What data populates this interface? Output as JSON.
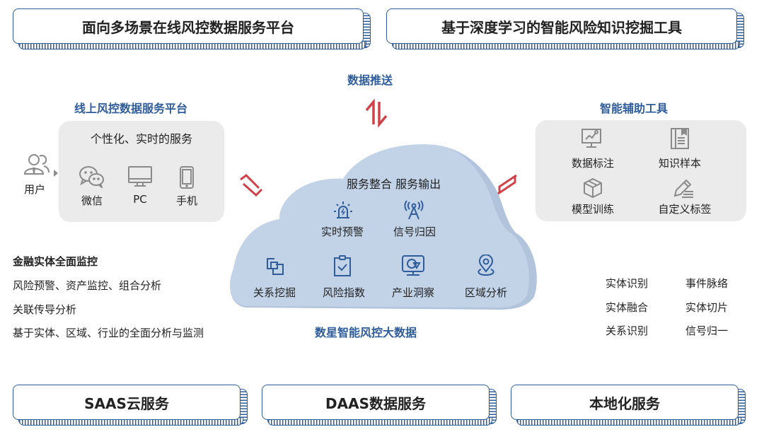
{
  "banners_top": [
    {
      "label": "面向多场景在线风控数据服务平台"
    },
    {
      "label": "基于深度学习的智能风险知识挖掘工具"
    }
  ],
  "banners_bottom": [
    {
      "label": "SAAS云服务"
    },
    {
      "label": "DAAS数据服务"
    },
    {
      "label": "本地化服务"
    }
  ],
  "data_push": {
    "label": "数据推送",
    "arrow_icon": "bidirectional-arrow-icon"
  },
  "left_platform": {
    "title": "线上风控数据服务平台",
    "user": {
      "label": "用户",
      "icon": "users-icon"
    },
    "panel_title": "个性化、实时的服务",
    "channels": [
      {
        "label": "微信",
        "icon": "wechat-icon"
      },
      {
        "label": "PC",
        "icon": "monitor-icon"
      },
      {
        "label": "手机",
        "icon": "phone-icon"
      }
    ]
  },
  "left_features": [
    "金融实体全面监控",
    "风险预警、资产监控、组合分析",
    "关联传导分析",
    "基于实体、区域、行业的全面分析与监测"
  ],
  "cloud": {
    "header": "服务整合 服务输出",
    "title": "数星智能风控大数据",
    "items_top": [
      {
        "label": "实时预警",
        "icon": "alarm-icon"
      },
      {
        "label": "信号归因",
        "icon": "signal-tower-icon"
      }
    ],
    "items_bottom": [
      {
        "label": "关系挖掘",
        "icon": "relation-icon"
      },
      {
        "label": "风险指数",
        "icon": "clipboard-check-icon"
      },
      {
        "label": "产业洞察",
        "icon": "monitor-chart-icon"
      },
      {
        "label": "区域分析",
        "icon": "location-pin-icon"
      }
    ]
  },
  "right_tools": {
    "title": "智能辅助工具",
    "items": [
      {
        "label": "数据标注",
        "icon": "annotation-board-icon"
      },
      {
        "label": "知识样本",
        "icon": "book-icon"
      },
      {
        "label": "模型训练",
        "icon": "cube-icon"
      },
      {
        "label": "自定义标签",
        "icon": "pencil-icon"
      }
    ]
  },
  "right_features": [
    [
      "实体识别",
      "事件脉络"
    ],
    [
      "实体融合",
      "实体切片"
    ],
    [
      "关系识别",
      "信号归一"
    ]
  ],
  "colors": {
    "accent_blue": "#2f5d9b",
    "arrow_red": "#d0414a",
    "cloud": "#c2d3e8",
    "panel_gray": "#ebebeb"
  }
}
